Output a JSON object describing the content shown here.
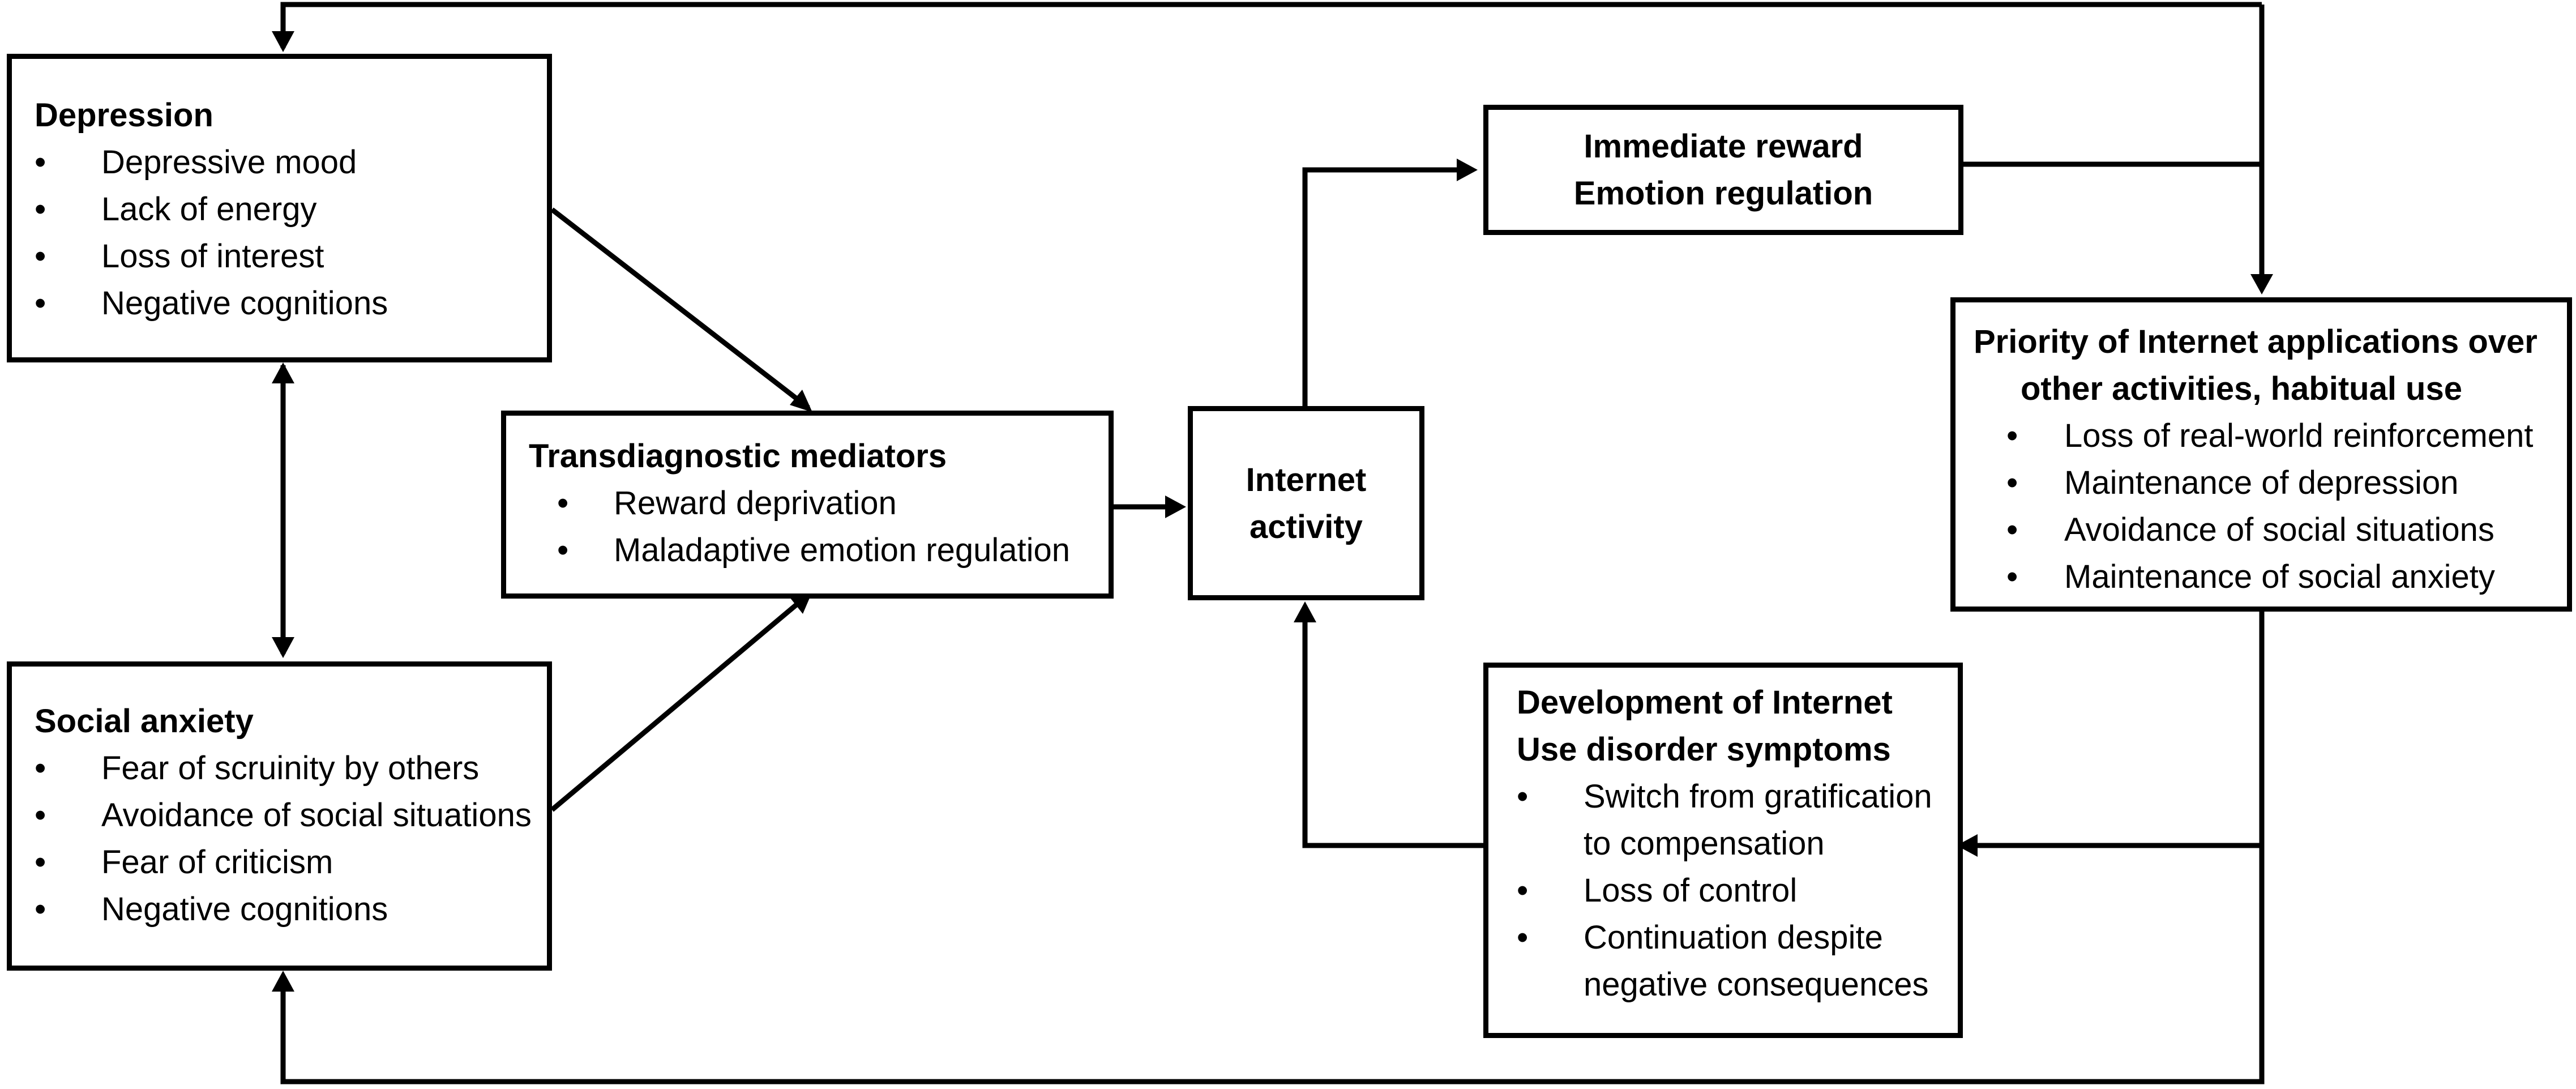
{
  "depression": {
    "title": "Depression",
    "items": [
      "Depressive mood",
      "Lack of energy",
      "Loss of interest",
      "Negative cognitions"
    ]
  },
  "social_anxiety": {
    "title": "Social anxiety",
    "items": [
      "Fear of scruinity by others",
      "Avoidance of social situations",
      "Fear of criticism",
      "Negative cognitions"
    ]
  },
  "mediators": {
    "title": "Transdiagnostic mediators",
    "items": [
      "Reward deprivation",
      "Maladaptive emotion regulation"
    ]
  },
  "internet_activity": {
    "line1": "Internet",
    "line2": "activity"
  },
  "reward": {
    "line1": "Immediate reward",
    "line2": "Emotion regulation"
  },
  "priority": {
    "title_line1": "Priority of Internet applications over",
    "title_line2": "other activities, habitual use",
    "items": [
      "Loss of real-world reinforcement",
      "Maintenance of depression",
      "Avoidance of social situations",
      "Maintenance of social anxiety"
    ]
  },
  "development": {
    "title_line1": "Development of Internet",
    "title_line2": "Use disorder symptoms",
    "items": [
      [
        "Switch from gratification",
        "to compensation"
      ],
      [
        "Loss of control"
      ],
      [
        "Continuation despite",
        "negative consequences"
      ]
    ]
  },
  "bullet": "•"
}
